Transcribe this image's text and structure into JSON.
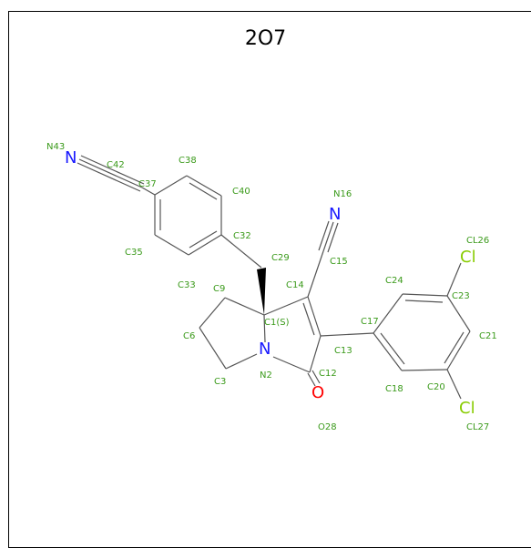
{
  "title": "2O7",
  "colors": {
    "bond": "#555555",
    "label": "#3a9a1a",
    "nitrogen": "#1a1aff",
    "oxygen": "#ff0000",
    "chlorine": "#88cc00"
  },
  "atom_labels": {
    "N43": "N43",
    "C42": "C42",
    "C38": "C38",
    "C37": "C37",
    "C40": "C40",
    "C35": "C35",
    "C32": "C32",
    "C33": "C33",
    "C29": "C29",
    "N16": "N16",
    "C15": "C15",
    "C9": "C9",
    "C14": "C14",
    "C1": "C1(S)",
    "C6": "C6",
    "C17": "C17",
    "C24": "C24",
    "CL26": "CL26",
    "C23": "C23",
    "C13": "C13",
    "C21": "C21",
    "C3": "C3",
    "N2": "N2",
    "C12": "C12",
    "C18": "C18",
    "C20": "C20",
    "CL27": "CL27",
    "O28": "O28"
  },
  "element_symbols": {
    "N43": "N",
    "N16": "N",
    "N2": "N",
    "O28": "O",
    "CL26": "Cl",
    "CL27": "Cl"
  }
}
